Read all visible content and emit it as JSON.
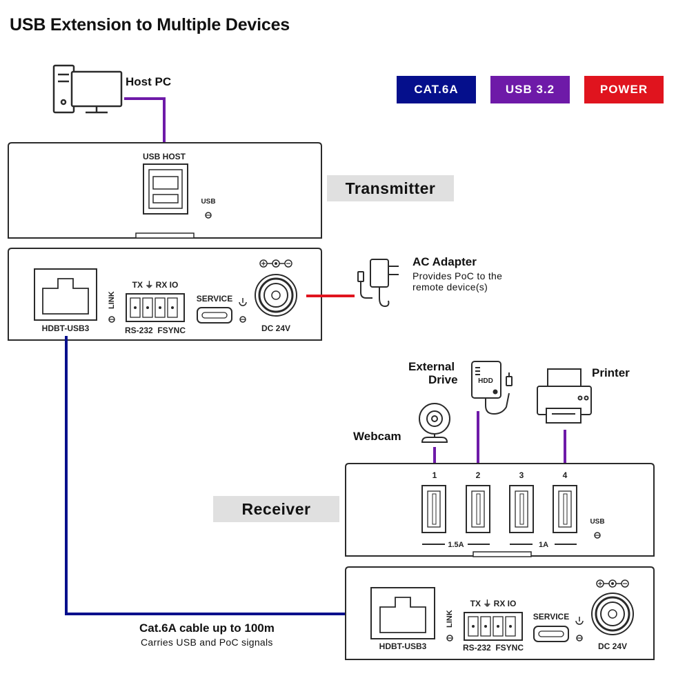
{
  "title": "USB Extension to Multiple Devices",
  "legend": [
    {
      "label": "CAT.6A",
      "color": "#050f8c"
    },
    {
      "label": "USB 3.2",
      "color": "#6e1aa8"
    },
    {
      "label": "POWER",
      "color": "#e0141e"
    }
  ],
  "host_pc": {
    "label": "Host PC"
  },
  "transmitter": {
    "label": "Transmitter",
    "usb_host_label": "USB HOST",
    "usb_led_label": "USB",
    "hdbt_label": "HDBT-USB3",
    "link_label": "LINK",
    "tx_rx_label": "TX ⏚ RX IO",
    "rs232_label": "RS-232  FSYNC",
    "service_label": "SERVICE",
    "dc_label": "DC 24V"
  },
  "ac_adapter": {
    "title": "AC Adapter",
    "desc_line1": "Provides PoC to the",
    "desc_line2": "remote device(s)"
  },
  "devices": {
    "external_drive_line1": "External",
    "external_drive_line2": "Drive",
    "hdd_label": "HDD",
    "printer": "Printer",
    "webcam": "Webcam"
  },
  "receiver": {
    "label": "Receiver",
    "ports": [
      "1",
      "2",
      "3",
      "4"
    ],
    "usb_label": "USB",
    "current_left": "1.5A",
    "current_right": "1A",
    "hdbt_label": "HDBT-USB3",
    "link_label": "LINK",
    "tx_rx_label": "TX ⏚ RX IO",
    "rs232_label": "RS-232  FSYNC",
    "service_label": "SERVICE",
    "dc_label": "DC 24V"
  },
  "cable": {
    "title": "Cat.6A cable up to 100m",
    "desc": "Carries USB and PoC signals"
  },
  "colors": {
    "cat6a": "#050f8c",
    "usb": "#6e1aa8",
    "power": "#e0141e",
    "device_stroke": "#2a2a2a"
  }
}
